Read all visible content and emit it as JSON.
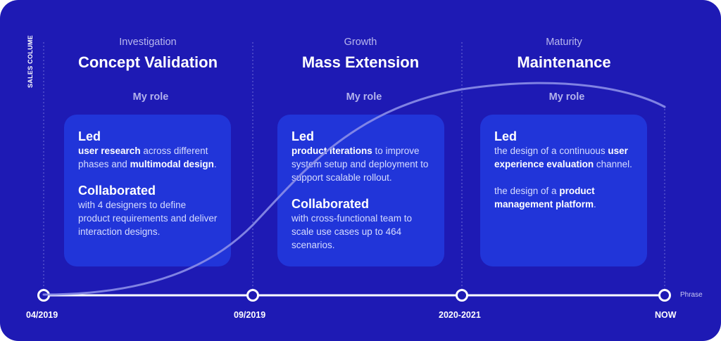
{
  "y_axis_label": "SALES COLUME",
  "x_axis_label": "Phrase",
  "phases": [
    {
      "stage": "Investigation",
      "title": "Concept Validation",
      "role_label": "My role",
      "led_heading": "Led",
      "led_bold_1": "user research",
      "led_text_1": " across different phases and ",
      "led_bold_2": "multimodal design",
      "led_text_2": ".",
      "collab_heading": "Collaborated",
      "collab_text": "with 4 designers to define product requirements and deliver interaction designs."
    },
    {
      "stage": "Growth",
      "title": "Mass Extension",
      "role_label": "My role",
      "led_heading": "Led",
      "led_bold_1": "product iterations",
      "led_text_1": " to improve system setup and deployment to support scalable rollout.",
      "collab_heading": "Collaborated",
      "collab_text": "with cross-functional team to scale use cases up to 464 scenarios."
    },
    {
      "stage": "Maturity",
      "title": "Maintenance",
      "role_label": "My role",
      "led_heading": "Led",
      "led_text_1": "the design of a continuous ",
      "led_bold_1": "user experience evaluation",
      "led_text_2": " channel.",
      "led_text_3": "the design of a ",
      "led_bold_2": "product management platform",
      "led_text_4": "."
    }
  ],
  "timeline_dates": [
    "04/2019",
    "09/2019",
    "2020-2021",
    "NOW"
  ],
  "colors": {
    "background": "#1e1ab4",
    "card": "#2240e8",
    "timeline": "#ffffff",
    "muted_text": "#b9b8ee"
  }
}
